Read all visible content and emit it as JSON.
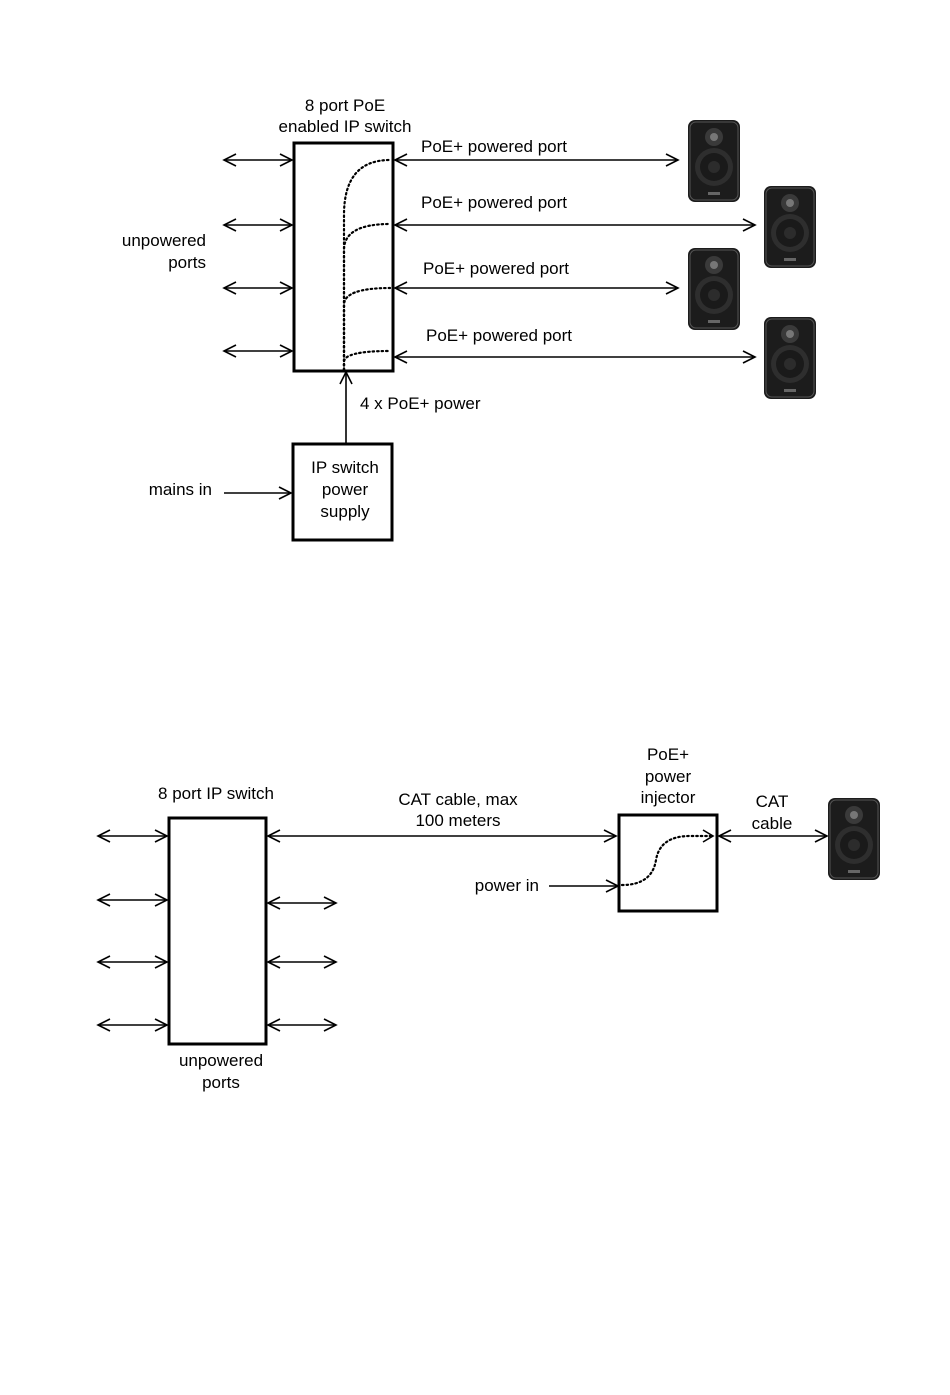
{
  "diagram1": {
    "switch_label": [
      "8 port PoE",
      "enabled IP switch"
    ],
    "unpowered_label": [
      "unpowered",
      "ports"
    ],
    "powered_port_labels": [
      "PoE+ powered port",
      "PoE+ powered port",
      "PoE+ powered port",
      "PoE+ powered port"
    ],
    "power_label": "4 x PoE+ power",
    "psu_label": [
      "IP switch",
      "power",
      "supply"
    ],
    "mains_label": "mains in"
  },
  "diagram2": {
    "switch_label": "8 port IP switch",
    "unpowered_label": [
      "unpowered",
      "ports"
    ],
    "cable_label": [
      "CAT cable, max",
      "100 meters"
    ],
    "injector_label": [
      "PoE+",
      "power",
      "injector"
    ],
    "power_in_label": "power in",
    "cat_label": [
      "CAT",
      "cable"
    ]
  },
  "icons": {
    "speaker": "speaker-icon"
  },
  "colors": {
    "line": "#000000",
    "speaker_body": "#1a1a1a"
  }
}
